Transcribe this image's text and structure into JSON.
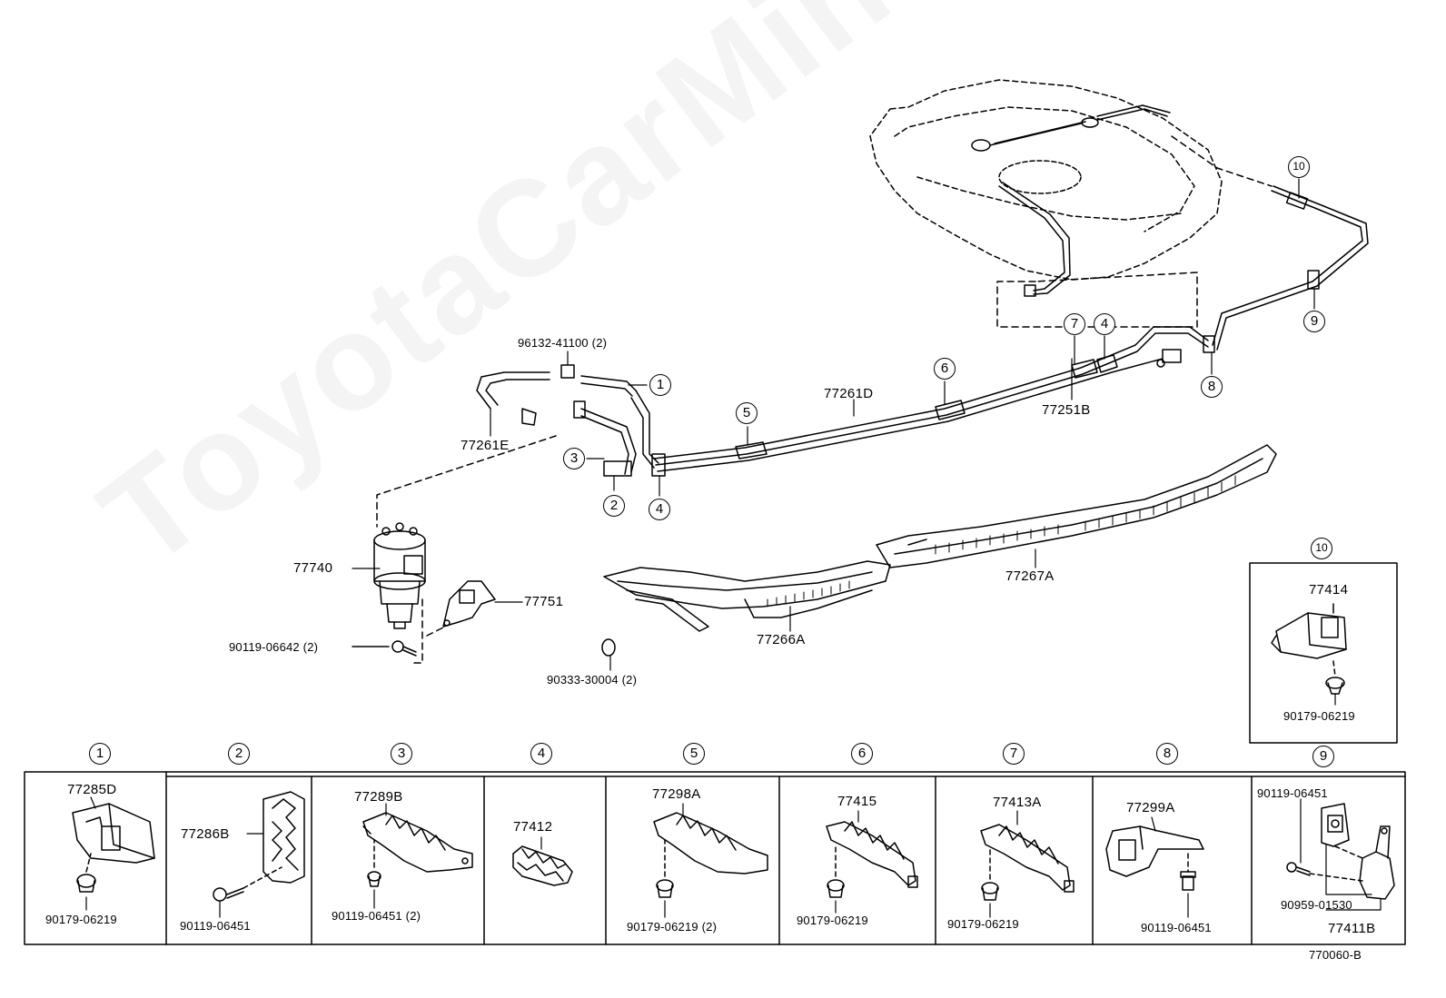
{
  "watermark": "ToyotaCarMiner.ru",
  "figure_code": "770060-B",
  "callouts": {
    "c1": "1",
    "c2": "2",
    "c3": "3",
    "c4a": "4",
    "c4b": "4",
    "c5": "5",
    "c6": "6",
    "c7": "7",
    "c8": "8",
    "c9": "9",
    "c10": "10"
  },
  "main_labels": {
    "clip_96132": "96132-41100 (2)",
    "hose_77261e": "77261E",
    "tube_77261d": "77261D",
    "tube_77251b": "77251B",
    "canister_77740": "77740",
    "bracket_77751": "77751",
    "bolt_90119_06642": "90119-06642 (2)",
    "ring_90333": "90333-30004 (2)",
    "protector_77266a": "77266A",
    "protector_77267a": "77267A"
  },
  "inset10": {
    "number": "10",
    "part": "77414",
    "fastener": "90179-06219"
  },
  "detail_panels": [
    {
      "number": "1",
      "part": "77285D",
      "fastener": "90179-06219"
    },
    {
      "number": "2",
      "part": "77286B",
      "fastener": "90119-06451"
    },
    {
      "number": "3",
      "part": "77289B",
      "fastener": "90119-06451 (2)"
    },
    {
      "number": "4",
      "part": "77412",
      "fastener": ""
    },
    {
      "number": "5",
      "part": "77298A",
      "fastener": "90179-06219 (2)"
    },
    {
      "number": "6",
      "part": "77415",
      "fastener": "90179-06219"
    },
    {
      "number": "7",
      "part": "77413A",
      "fastener": "90179-06219"
    },
    {
      "number": "8",
      "part": "77299A",
      "fastener": "90119-06451"
    },
    {
      "number": "9",
      "part": "77411B",
      "fastener": "90119-06451",
      "fastener2": "90959-01530"
    }
  ]
}
